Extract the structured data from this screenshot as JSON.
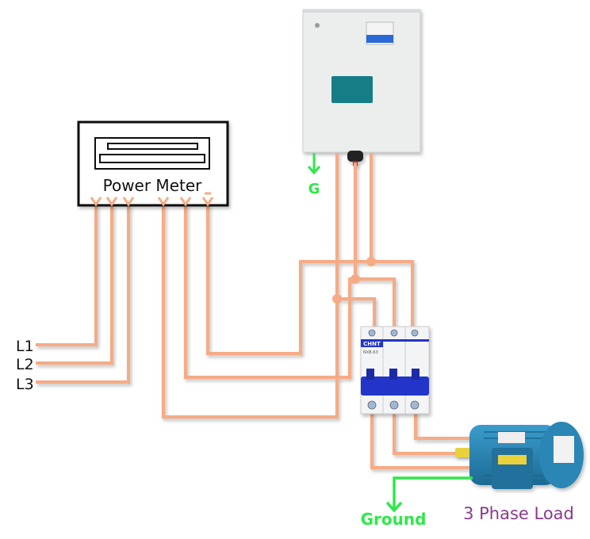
{
  "meter": {
    "label": "Power Meter"
  },
  "lines": [
    "L1",
    "L2",
    "L3"
  ],
  "cabinet": {
    "ground_label": "G"
  },
  "breaker": {
    "brand": "CHNT",
    "model": "NXB-63"
  },
  "motor": {
    "label": "3 Phase Load"
  },
  "ground": {
    "label": "Ground"
  },
  "colors": {
    "wire": "#f6ab85",
    "ground": "#2ee84a",
    "load_label": "#8a3a8c",
    "breaker_blue": "#2236c8",
    "motor_blue": "#2a86b4",
    "cabinet_plate": "#137c86"
  }
}
